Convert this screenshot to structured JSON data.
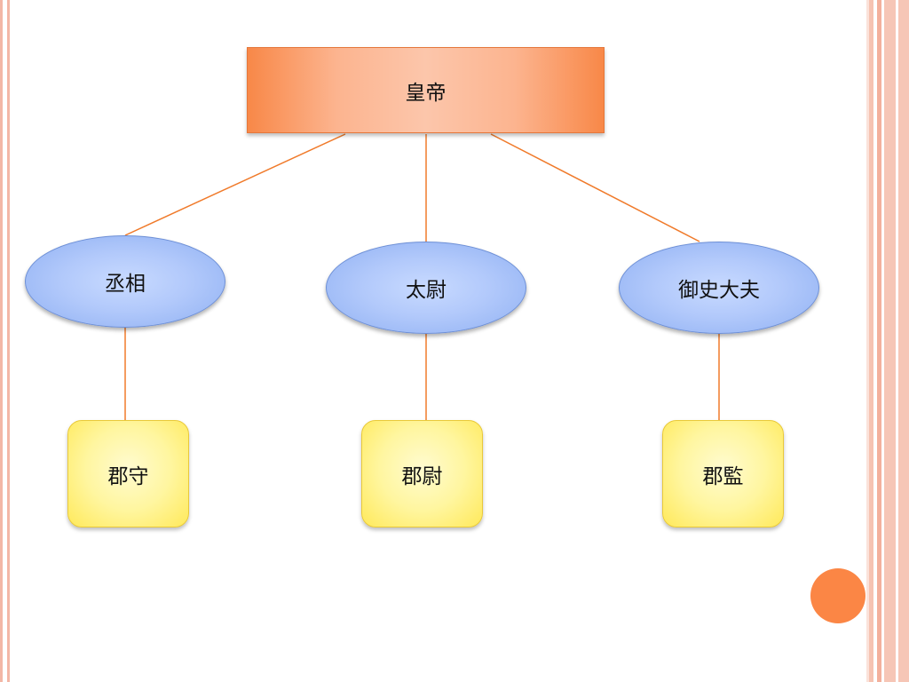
{
  "diagram": {
    "root": {
      "label": "皇帝"
    },
    "ministers": [
      {
        "label": "丞相"
      },
      {
        "label": "太尉"
      },
      {
        "label": "御史大夫"
      }
    ],
    "local_officials": [
      {
        "label": "郡守"
      },
      {
        "label": "郡尉"
      },
      {
        "label": "郡監"
      }
    ]
  },
  "colors": {
    "root_fill": "#fcb48f",
    "root_edge": "#f88848",
    "minister_fill": "#b2c9fb",
    "local_fill": "#fff6a0",
    "connector": "#f07a2a",
    "accent_circle": "#fb8645",
    "border_stripe": "#f3b7a6"
  }
}
